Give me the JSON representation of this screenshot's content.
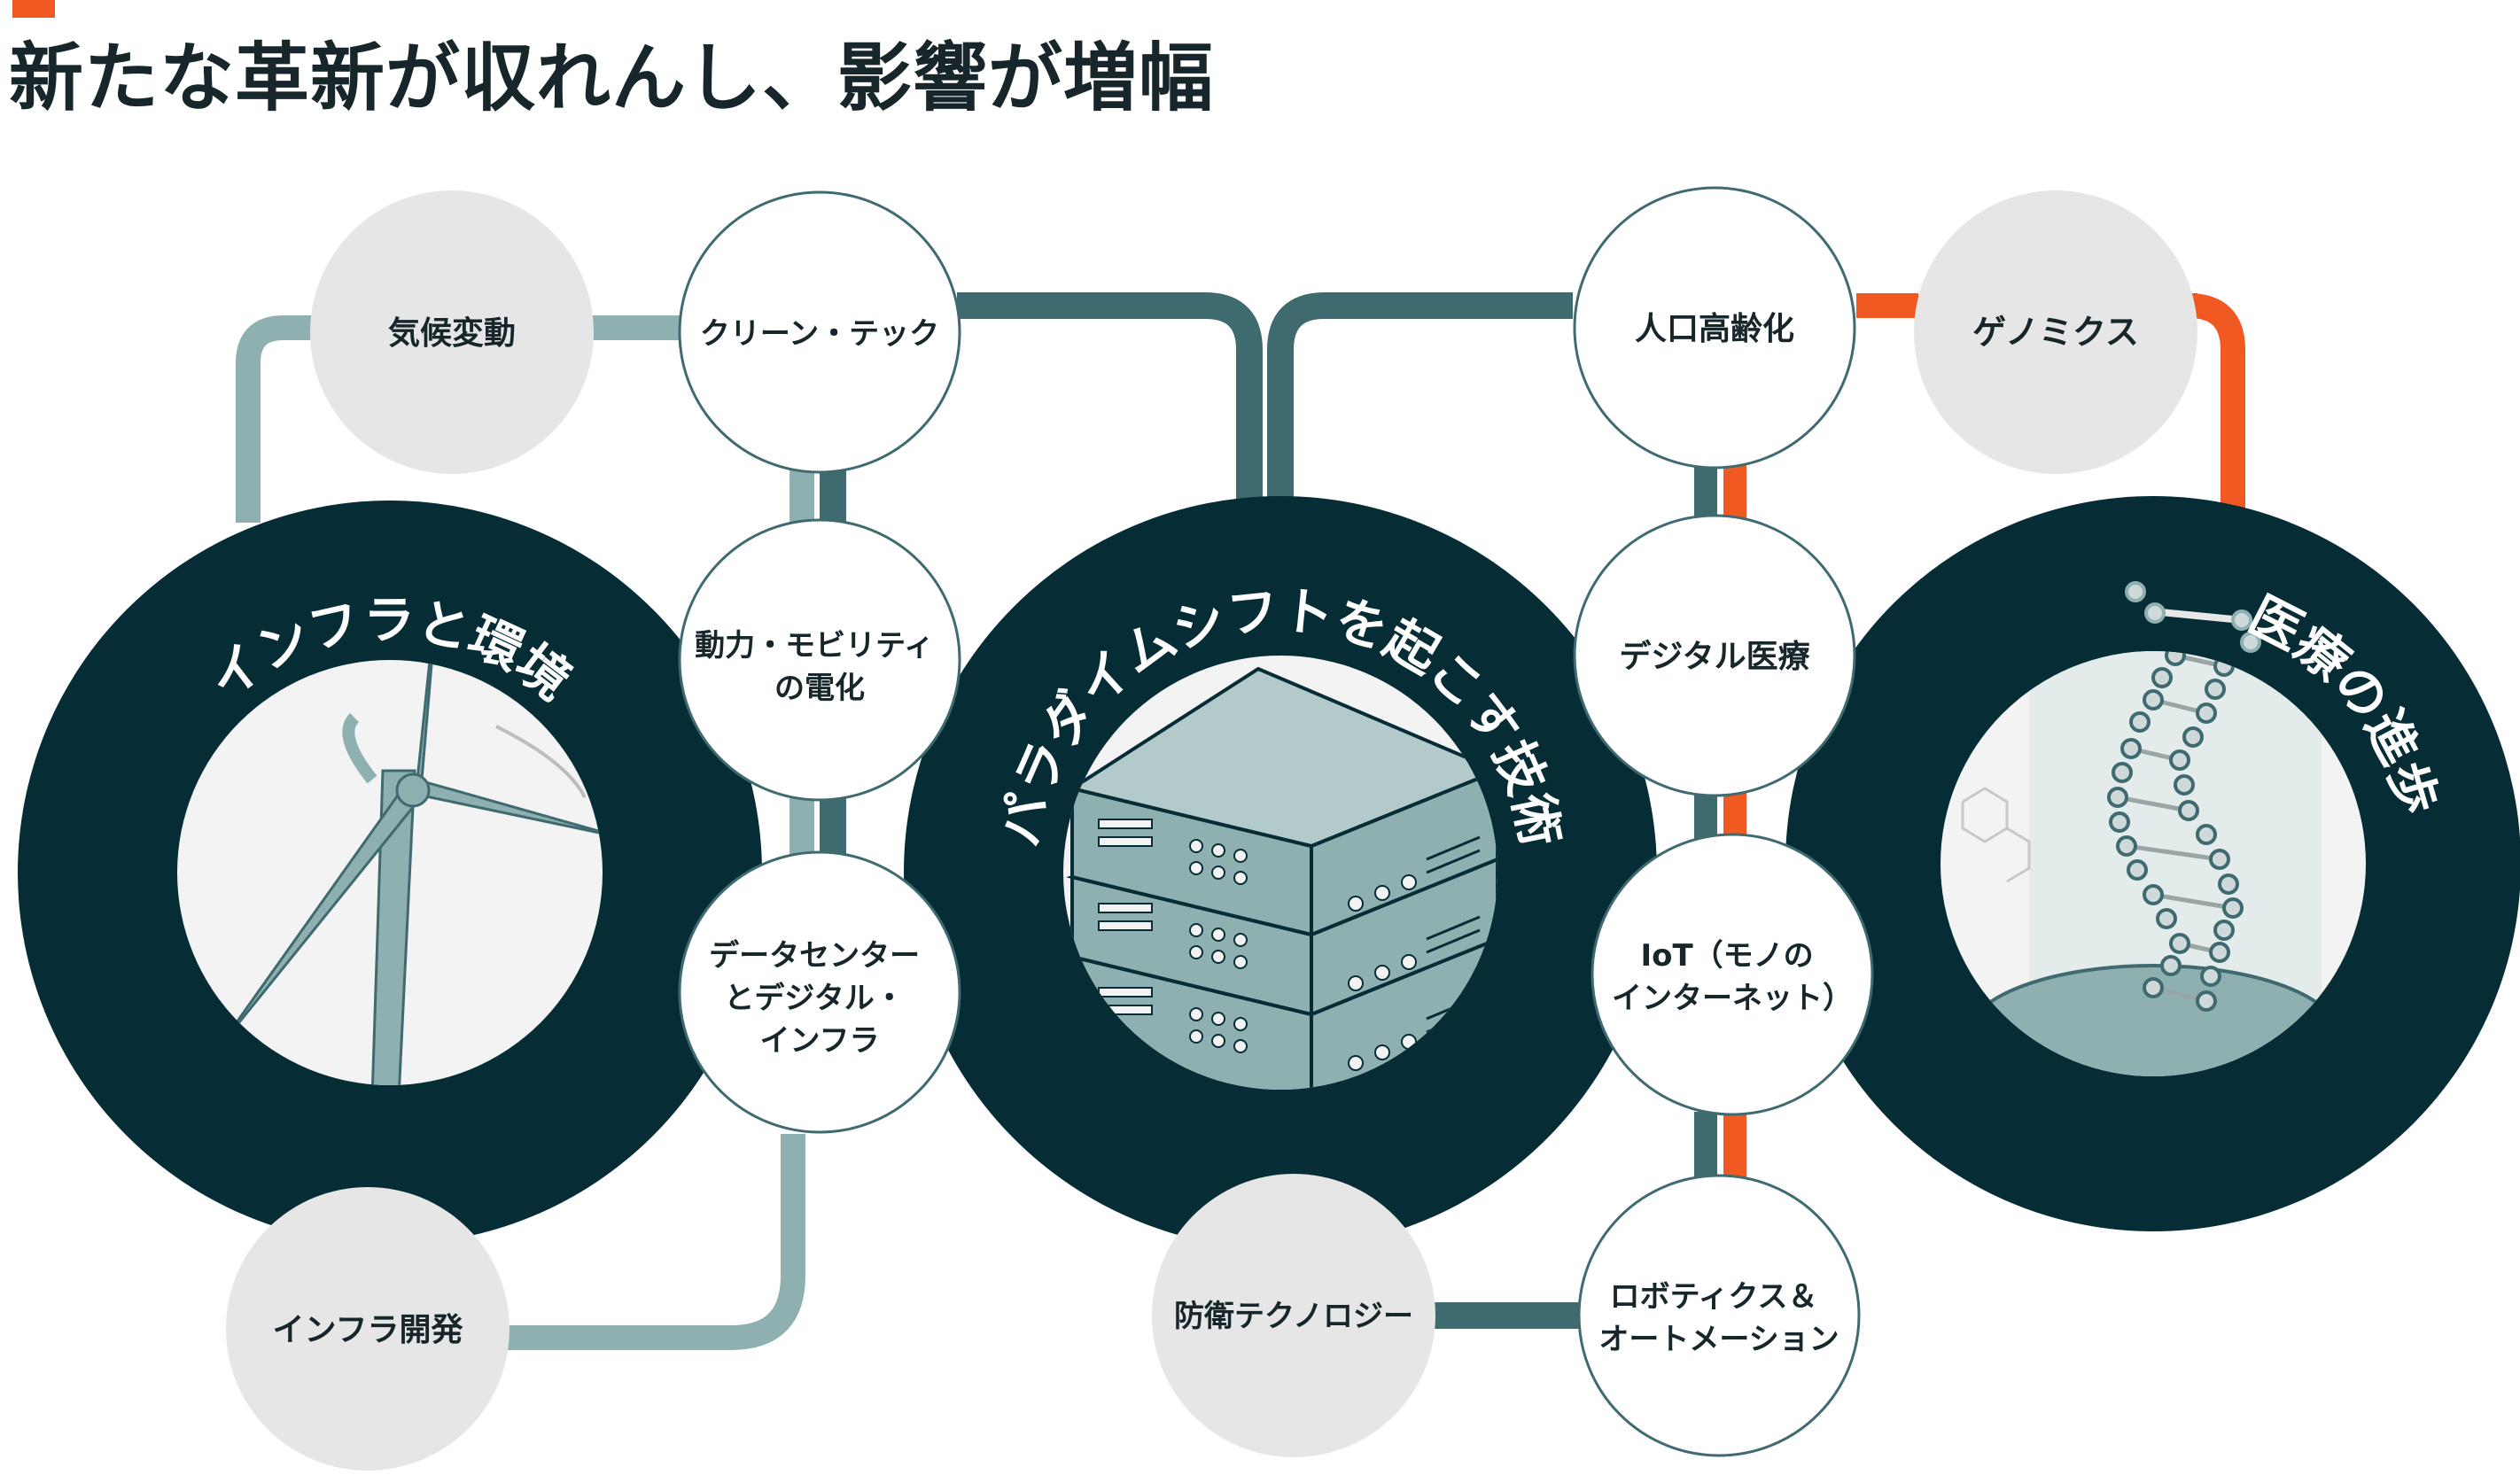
{
  "title": "新たな革新が収れんし、影響が増幅",
  "colors": {
    "dark_teal": "#062d36",
    "mid_teal": "#3f6a70",
    "light_teal": "#8fb0b0",
    "orange": "#f05a22",
    "node_grey": "#e6e6e6",
    "inner_grey": "#f3f3f3",
    "text": "#17262b"
  },
  "hubs": [
    {
      "id": "infra",
      "label": "インフラと環境",
      "icon": "wind-turbine-icon"
    },
    {
      "id": "paradigm",
      "label": "パラダイムシフトを起こす技術",
      "icon": "server-rack-icon"
    },
    {
      "id": "medical",
      "label": "医療の進歩",
      "icon": "dna-helix-icon"
    }
  ],
  "nodes": [
    {
      "id": "climate",
      "lines": [
        "気候変動"
      ]
    },
    {
      "id": "cleantech",
      "lines": [
        "クリーン・テック"
      ]
    },
    {
      "id": "mobility",
      "lines": [
        "動力・モビリティ",
        "の電化"
      ]
    },
    {
      "id": "datacenter",
      "lines": [
        "データセンター",
        "とデジタル・",
        "インフラ"
      ]
    },
    {
      "id": "infradev",
      "lines": [
        "インフラ開発"
      ]
    },
    {
      "id": "aging",
      "lines": [
        "人口高齢化"
      ]
    },
    {
      "id": "genomics",
      "lines": [
        "ゲノミクス"
      ]
    },
    {
      "id": "digitalhealth",
      "lines": [
        "デジタル医療"
      ]
    },
    {
      "id": "iot",
      "lines": [
        "IoT（モノの",
        "インターネット）"
      ]
    },
    {
      "id": "defense",
      "lines": [
        "防衛テクノロジー"
      ]
    },
    {
      "id": "robotics",
      "lines": [
        "ロボティクス＆",
        "オートメーション"
      ]
    }
  ]
}
